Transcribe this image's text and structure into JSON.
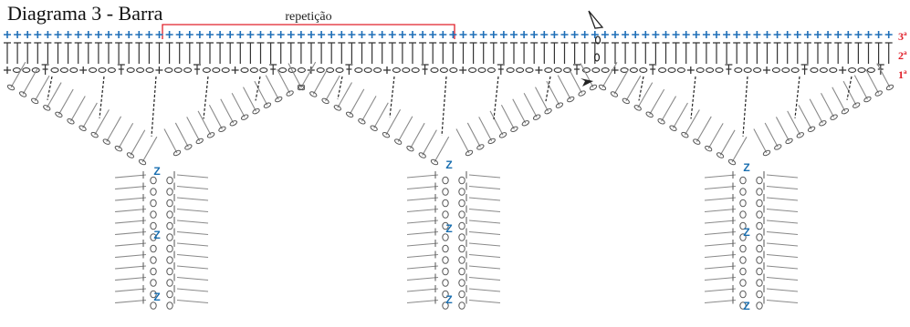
{
  "diagram": {
    "title": "Diagrama 3 - Barra",
    "repeat_label": "repetição",
    "row_labels": [
      "3ª",
      "2ª",
      "1ª"
    ],
    "stitch_z_label": "Z",
    "colors": {
      "row_plus": "#1e6fb8",
      "row_label": "#e0202a",
      "repeat_bracket": "#e0202a",
      "stitch": "#555555",
      "stitch_light": "#8a8a8a",
      "chain_dashed": "#222222",
      "z_mark": "#1a6fb0",
      "arrow": "#222222"
    },
    "icons": [
      "open-arrowhead-icon",
      "solid-arrowhead-icon"
    ]
  }
}
